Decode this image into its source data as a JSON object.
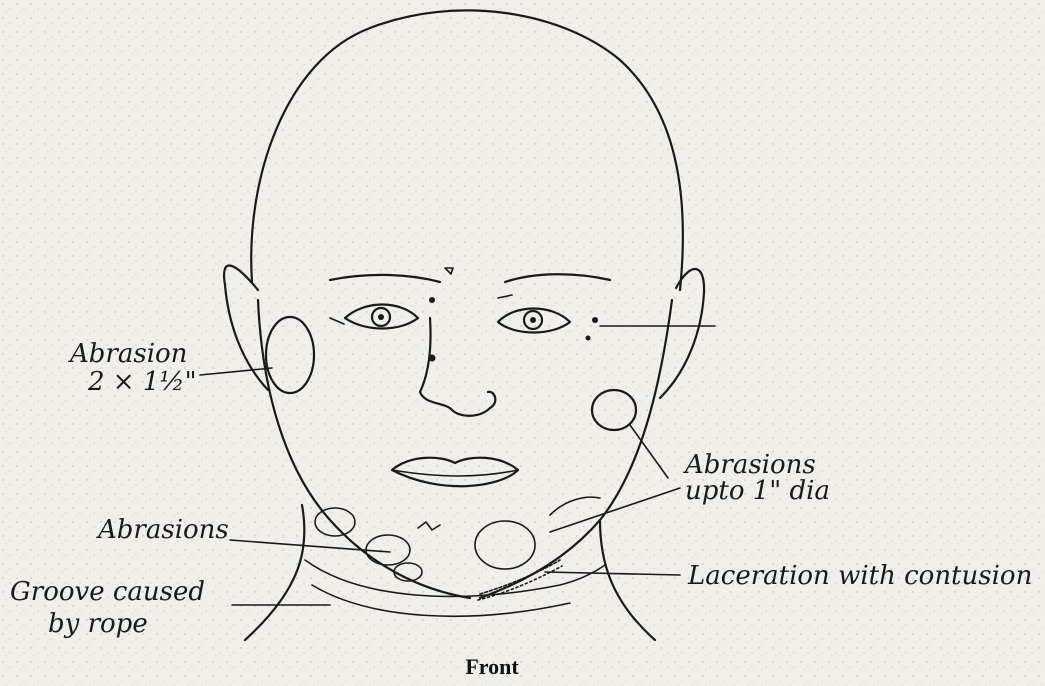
{
  "labels": {
    "abrasion_cheek_line1": "Abrasion",
    "abrasion_cheek_line2": "2 × 1½\"",
    "abrasions_jaw_line1": "Abrasions",
    "abrasions_jaw_line2": "upto 1\" dia",
    "abrasions_chin": "Abrasions",
    "laceration": "Laceration with contusion",
    "groove_line1": "Groove caused",
    "groove_line2": "by rope"
  },
  "caption": "Front",
  "colors": {
    "paper": "#f1efe9",
    "ink": "#1a1a1a"
  }
}
